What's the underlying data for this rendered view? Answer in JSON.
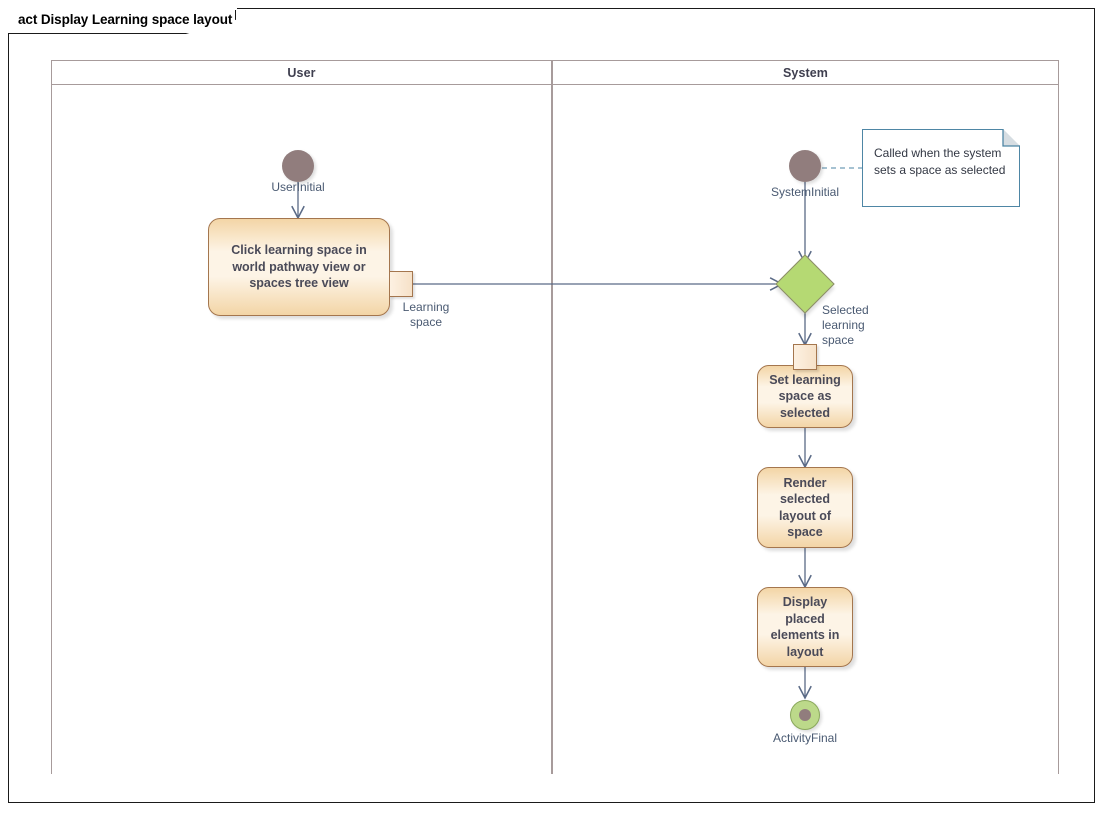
{
  "diagram": {
    "title": "act Display Learning space layout",
    "type": "uml-activity-diagram",
    "colors": {
      "frame_border": "#1a1a1a",
      "lane_border": "#a79b9b",
      "action_fill": "#fdf4e6",
      "action_edge_fill": "#f3d5a6",
      "action_border": "#a4764e",
      "action_text": "#4a4a58",
      "initial_node": "#917d7a",
      "final_ring": "#bcd98a",
      "decision_fill": "#b5d973",
      "connector": "#5a6a86",
      "note_border": "#4e86a5",
      "label_text": "#4a5a72"
    }
  },
  "lanes": [
    {
      "id": "user",
      "label": "User"
    },
    {
      "id": "system",
      "label": "System"
    }
  ],
  "nodes": {
    "user_initial": {
      "label": "UserInitial",
      "kind": "initial-node",
      "lane": "user"
    },
    "click_learning_space": {
      "label": "Click learning space in world pathway view or spaces tree view",
      "kind": "action",
      "lane": "user"
    },
    "learning_space_pin": {
      "label": "Learning\nspace",
      "kind": "output-pin",
      "lane": "user"
    },
    "system_initial": {
      "label": "SystemInitial",
      "kind": "initial-node",
      "lane": "system"
    },
    "merge": {
      "label": "",
      "kind": "merge-node",
      "lane": "system"
    },
    "selected_learning_space_pin": {
      "label": "Selected\nlearning\nspace",
      "kind": "input-pin",
      "lane": "system"
    },
    "set_selected": {
      "label": "Set learning space as selected",
      "kind": "action",
      "lane": "system"
    },
    "render_layout": {
      "label": "Render selected layout of space",
      "kind": "action",
      "lane": "system"
    },
    "display_elements": {
      "label": "Display placed elements in layout",
      "kind": "action",
      "lane": "system"
    },
    "activity_final": {
      "label": "ActivityFinal",
      "kind": "activity-final",
      "lane": "system"
    }
  },
  "note": {
    "text": "Called when the system\nsets a space as selected",
    "anchored_to": "SystemInitial"
  }
}
